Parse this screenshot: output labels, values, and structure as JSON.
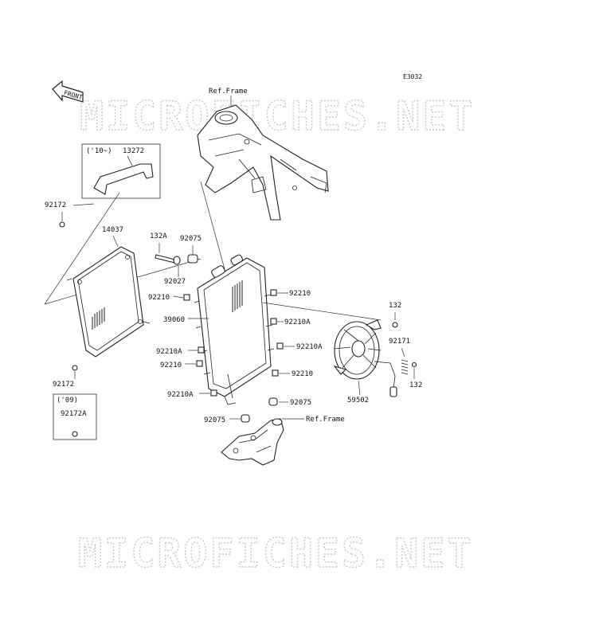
{
  "diagram_code": "E3032",
  "front_arrow_text": "FRONT",
  "watermark_text": "MICROFICHES.NET",
  "ref_frame_label": "Ref.Frame",
  "model_boxes": {
    "upper": "('10~)",
    "lower": "('09)"
  },
  "parts": {
    "bracket": "13272",
    "bolt_upper_left": "92172",
    "screen": "14037",
    "bolt_lower_left": "92172",
    "bolt_lower_box": "92172A",
    "bolt_132a": "132A",
    "collar_upper": "92075",
    "grommet": "92027",
    "radiator": "39060",
    "nut_92210_left_upper": "92210",
    "nut_92210_right_upper": "92210",
    "nut_92210a_right_upper": "92210A",
    "nut_92210a_left": "92210A",
    "nut_92210_left_lower": "92210",
    "nut_92210a_right_lower": "92210A",
    "nut_92210_right_lower": "92210",
    "nut_92210a_bottom": "92210A",
    "collar_lower_right": "92075",
    "collar_lower_left": "92075",
    "bolt_132_upper": "132",
    "spring_92171": "92171",
    "bolt_132_lower": "132",
    "fan": "59502"
  }
}
